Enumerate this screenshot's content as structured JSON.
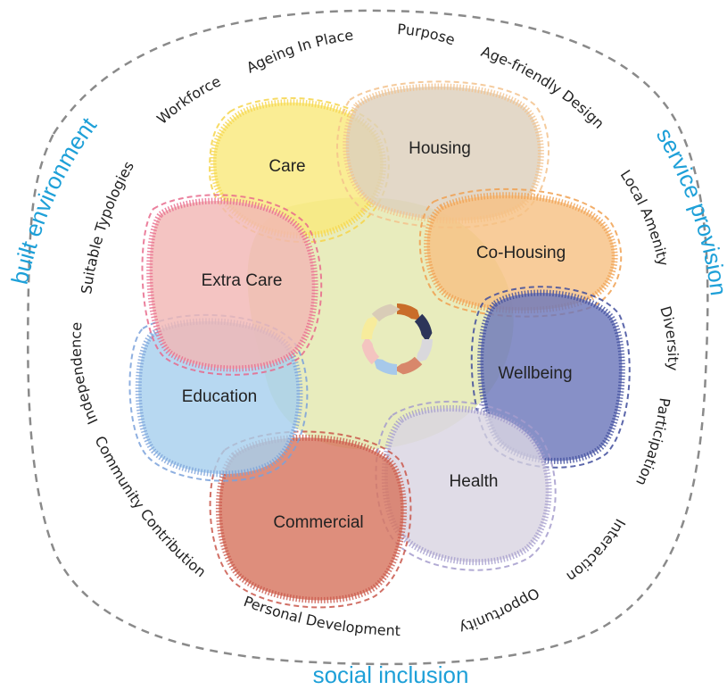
{
  "colors": {
    "accent": "#1ea0d8",
    "boundary": "#8a8a8a",
    "center": "#e6eab6"
  },
  "corner_labels": {
    "left": "built environment",
    "right": "service provision",
    "bottom": "social inclusion"
  },
  "domains": [
    {
      "id": "care",
      "label": "Care",
      "fill": "#f9e97c",
      "stroke": "#f6d54a"
    },
    {
      "id": "housing",
      "label": "Housing",
      "fill": "#ddd0bc",
      "stroke": "#f3c28c"
    },
    {
      "id": "co-housing",
      "label": "Co-Housing",
      "fill": "#f7c184",
      "stroke": "#f0a050"
    },
    {
      "id": "wellbeing",
      "label": "Wellbeing",
      "fill": "#6c77bb",
      "stroke": "#3f4c9c"
    },
    {
      "id": "health",
      "label": "Health",
      "fill": "#d9d4e2",
      "stroke": "#a49ccd"
    },
    {
      "id": "commercial",
      "label": "Commercial",
      "fill": "#d7755f",
      "stroke": "#c9574b"
    },
    {
      "id": "education",
      "label": "Education",
      "fill": "#a7cfee",
      "stroke": "#7aa1da"
    },
    {
      "id": "extra-care",
      "label": "Extra Care",
      "fill": "#f1b7b5",
      "stroke": "#e86a8c"
    }
  ],
  "ring_words": [
    "Ageing In Place",
    "Purpose",
    "Age-friendly Design",
    "Local Amenity",
    "Diversity",
    "Participation",
    "Interaction",
    "Opportunity",
    "Personal Development",
    "Community Contribution",
    "Independence",
    "Suitable Typologies",
    "Workforce"
  ],
  "cycle_arrow_colors": [
    "#c96d2a",
    "#2d3559",
    "#d9d8dc",
    "#d8876b",
    "#a7c9ea",
    "#f4c4c0",
    "#f7ec9c",
    "#d9ccb7"
  ]
}
